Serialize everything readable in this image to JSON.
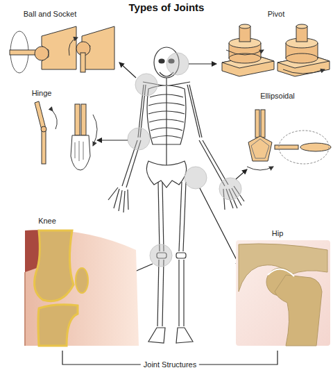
{
  "diagram": {
    "title": "Types of Joints",
    "labels": [
      "Ball and Socket",
      "Pivot",
      "Hinge",
      "Ellipsoidal",
      "Knee",
      "Hip",
      "Joint Structures"
    ]
  }
}
